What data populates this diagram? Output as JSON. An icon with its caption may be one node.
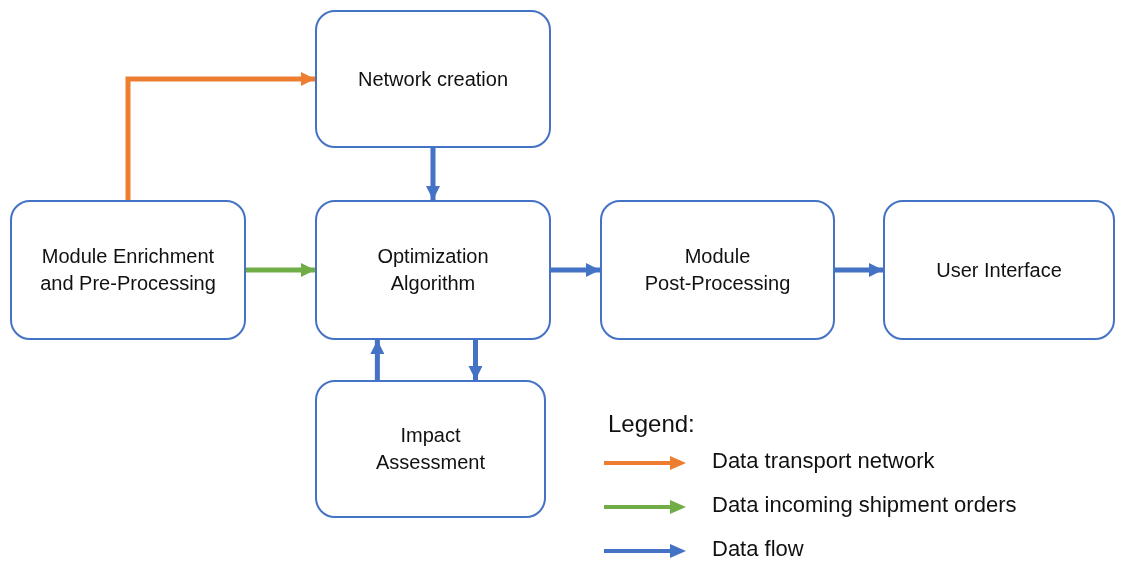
{
  "diagram": {
    "nodes": [
      {
        "text": [
          "Network creation"
        ]
      },
      {
        "text": [
          "Module Enrichment and Pre-Processing"
        ]
      },
      {
        "text": [
          "Optimization Algorithm"
        ]
      },
      {
        "text": [
          "Module Post-Processing"
        ]
      },
      {
        "text": [
          "User Interface"
        ]
      },
      {
        "text": [
          "Impact Assessment"
        ]
      }
    ],
    "edges": [
      {
        "from": 1,
        "to": 0,
        "arrow": "to",
        "color": "#ed7d31"
      },
      {
        "from": 1,
        "to": 2,
        "arrow": "to",
        "color": "#70ad47"
      },
      {
        "from": 0,
        "to": 2,
        "arrow": "to"
      },
      {
        "from": 2,
        "to": 3,
        "arrow": "to"
      },
      {
        "from": 3,
        "to": 4,
        "arrow": "to"
      },
      {
        "from": 5,
        "to": 2,
        "arrow": "to"
      },
      {
        "from": 2,
        "to": 5,
        "arrow": "to"
      }
    ],
    "labels": [
      "Legend:"
    ],
    "legend": [
      {
        "text": "Data transport network",
        "color": "#ed7d31"
      },
      {
        "text": "Data incoming shipment orders",
        "color": "#70ad47"
      },
      {
        "text": "Data flow",
        "color": "#4472c4"
      }
    ]
  }
}
